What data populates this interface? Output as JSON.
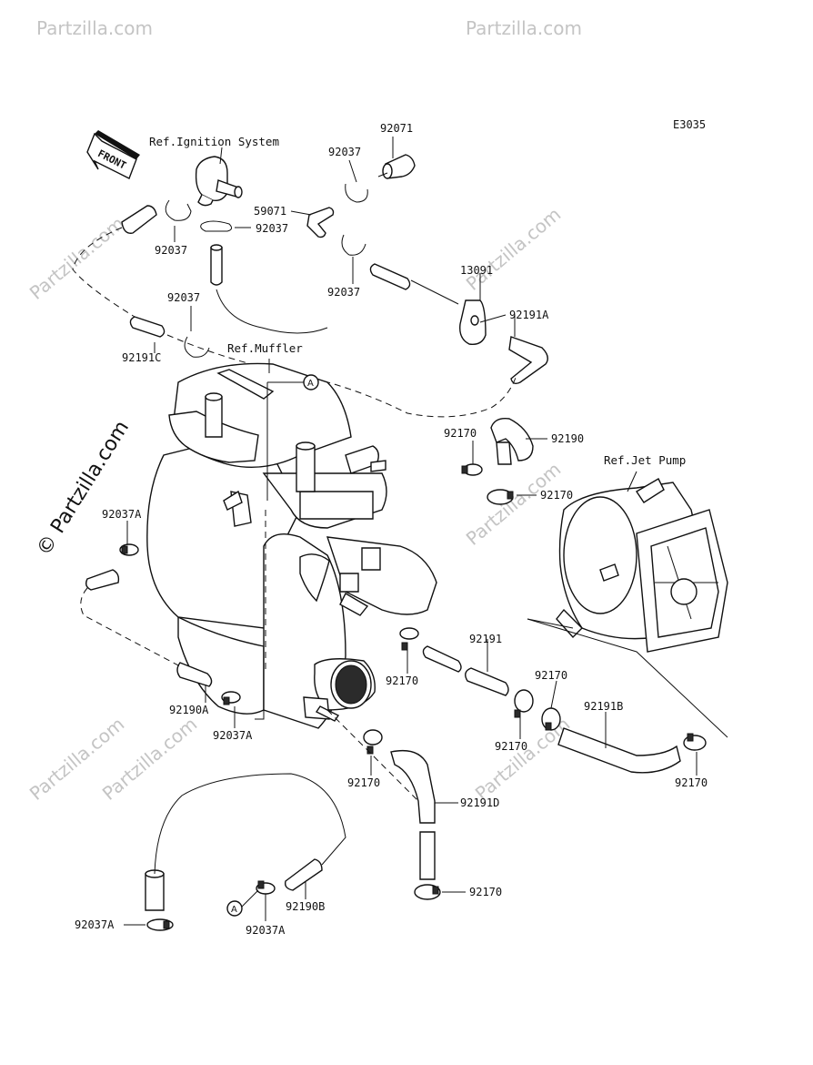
{
  "diagram_code": "E3035",
  "front_arrow_label": "FRONT",
  "watermark_brand": "© Partzilla.com",
  "watermark_small": "Partzilla.com",
  "references": {
    "ignition": "Ref.Ignition System",
    "muffler": "Ref.Muffler",
    "jet_pump": "Ref.Jet Pump"
  },
  "connector_symbol": "A",
  "part_labels": {
    "p92071": "92071",
    "p92037_top_right": "92037",
    "p59071": "59071",
    "p92037_mid": "92037",
    "p92037_lower_right": "92037",
    "p92037_left": "92037",
    "p92037_left2": "92037",
    "p13091": "13091",
    "p92191A": "92191A",
    "p92191C": "92191C",
    "p92170_a": "92170",
    "p92190": "92190",
    "p92170_b": "92170",
    "p92037A_left": "92037A",
    "p92191": "92191",
    "p92170_c": "92170",
    "p92170_d": "92170",
    "p92191B": "92191B",
    "p92170_e": "92170",
    "p92170_f": "92170",
    "p92190A": "92190A",
    "p92037A_mid": "92037A",
    "p92170_g": "92170",
    "p92191D": "92191D",
    "p92170_h": "92170",
    "p92037A_bottom_left": "92037A",
    "p92190B": "92190B",
    "p92037A_bottom": "92037A"
  }
}
